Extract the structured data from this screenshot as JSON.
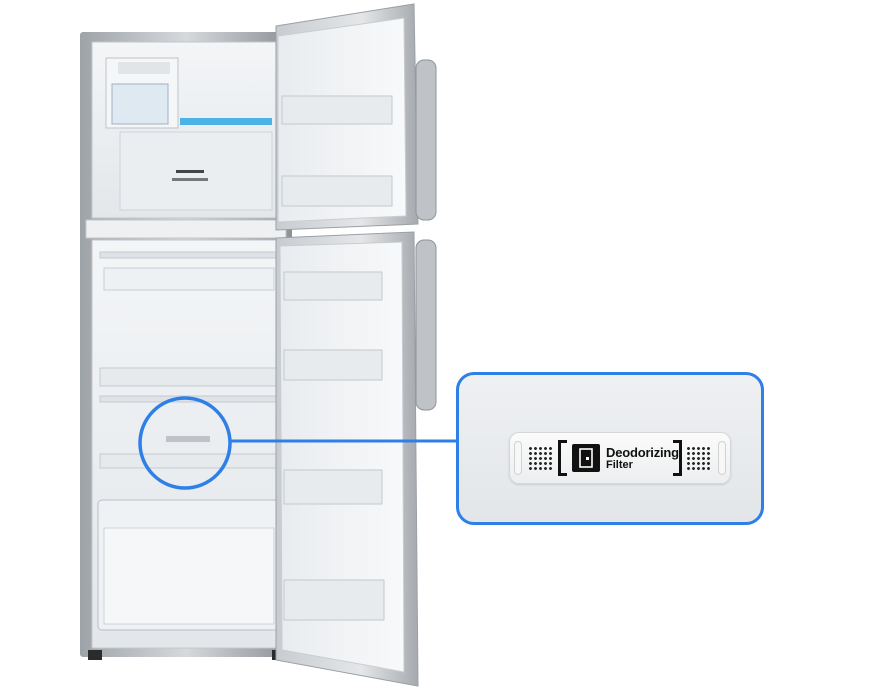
{
  "scene": {
    "subject": "two-door refrigerator with doors open",
    "highlight_color": "#2f7fe8"
  },
  "callout": {
    "filter_title": "Deodorizing",
    "filter_subtitle": "Filter",
    "icon": "filter-door-icon"
  }
}
